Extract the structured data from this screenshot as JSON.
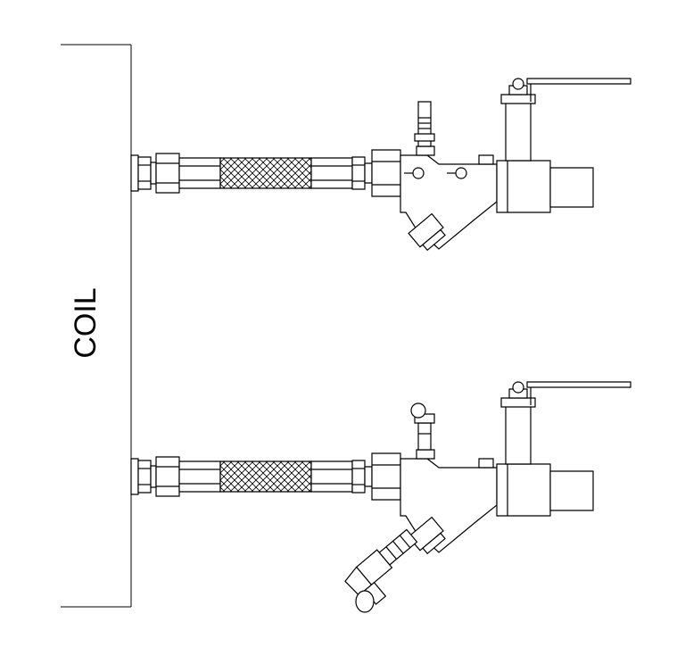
{
  "coil_label": "COIL",
  "colors": {
    "line": "#000000",
    "fill": "#ffffff"
  },
  "assemblies": [
    {
      "name": "upper",
      "test_port": "plain"
    },
    {
      "name": "lower",
      "test_port": "capped",
      "drain_hose_kit": true
    }
  ]
}
